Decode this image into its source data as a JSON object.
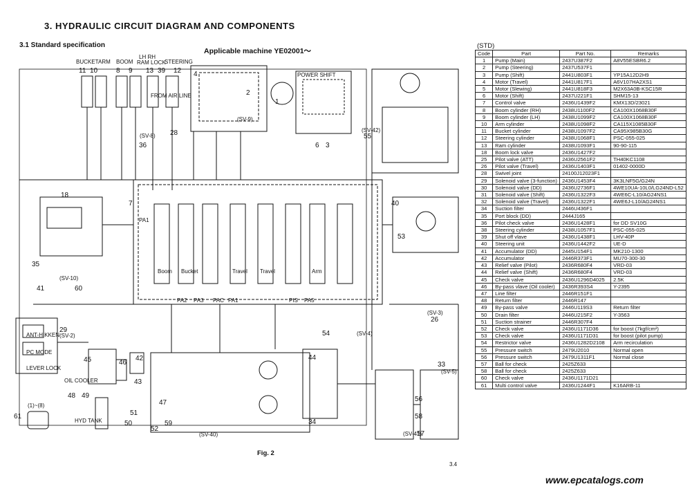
{
  "document": {
    "title": "3. HYDRAULIC CIRCUIT DIAGRAM AND COMPONENTS",
    "subtitle": "3.1  Standard specification",
    "applicable": "Applicable machine YE02001～",
    "table_label": "(STD)",
    "figure_caption": "Fig. 2",
    "page_number": "3.4",
    "watermark": "www.epcatalogs.com"
  },
  "diagram": {
    "top_labels": [
      "BUCKET",
      "ARM",
      "BOOM",
      "LH  RH",
      "RAM LOCK",
      "STEERING"
    ],
    "callouts": [
      "11",
      "10",
      "8",
      "9",
      "13",
      "39",
      "12",
      "4",
      "3",
      "28",
      "1",
      "2",
      "36",
      "6",
      "55",
      "18",
      "7",
      "40",
      "53",
      "35",
      "41",
      "60",
      "29",
      "54",
      "26",
      "45",
      "46",
      "42",
      "43",
      "47",
      "48",
      "49",
      "61",
      "52",
      "59",
      "51",
      "50",
      "44",
      "34",
      "33",
      "57",
      "56",
      "58"
    ],
    "tags": [
      "POWER SHIFT",
      "FROM AIR LINE",
      "OIL COOLER",
      "HYD TANK",
      "RH",
      "LH",
      "Boom",
      "Bucket",
      "Travel",
      "Travel",
      "Arm",
      "PA1",
      "PA2",
      "PA3",
      "PAC",
      "PA1",
      "PIS",
      "PA5",
      "(SV-8)",
      "(SV-9)",
      "(SV-10)",
      "(SV-2)",
      "(SV-3)",
      "(SV-4)",
      "(SV-5)",
      "(SV-40)",
      "(SV-41)",
      "(SV-42)",
      "(1)~(8)",
      "PC MODE",
      "LEVER LOCK",
      "ANT-HIKKEN"
    ]
  },
  "table": {
    "headers": [
      "Code",
      "Part",
      "Part No.",
      "Remarks"
    ],
    "rows": [
      [
        "1",
        "Pump (Main)",
        "2437U387F2",
        "A8V55ESBR6.2"
      ],
      [
        "2",
        "Pump (Steering)",
        "2437U537F1",
        ""
      ],
      [
        "3",
        "Pump (Shift)",
        "2441U803F1",
        "YP15A12D2H9"
      ],
      [
        "4",
        "Motor (Travel)",
        "2441U817F1",
        "A6V107HA2XS1"
      ],
      [
        "5",
        "Motor (Slewing)",
        "2441U818F3",
        "M2X63A0B-KSC15R"
      ],
      [
        "6",
        "Motor (Shift)",
        "2437U221F1",
        "SHM15-13"
      ],
      [
        "7",
        "Control valve",
        "2436U1439F2",
        "KMX13D/23021"
      ],
      [
        "8",
        "Boom cylinder (RH)",
        "2438U1100F2",
        "CA100X1068B30F"
      ],
      [
        "9",
        "Boom cylinder (LH)",
        "2438U1099F2",
        "CA100X1068B30F"
      ],
      [
        "10",
        "Arm cylinder",
        "2438U1098F2",
        "CA115X1085B30F"
      ],
      [
        "11",
        "Bucket cylinder",
        "2438U1097F2",
        "CA95X985B30G"
      ],
      [
        "12",
        "Steering cylinder",
        "2438U1068F1",
        "PSC-055-025"
      ],
      [
        "13",
        "Ram cylinder",
        "2438U1093F1",
        "90-90-115"
      ],
      [
        "18",
        "Boom lock valve",
        "2436U1427F2",
        ""
      ],
      [
        "25",
        "Pilot valve (ATT)",
        "2436U2561F2",
        "TH40KC1108"
      ],
      [
        "26",
        "Pilot valve (Travel)",
        "2436U1403F1",
        "01402-0000D"
      ],
      [
        "28",
        "Swivel joint",
        "24100J12023F1",
        ""
      ],
      [
        "29",
        "Solenoid valve (3-function)",
        "2436U1453F4",
        "3K3LNF5G/G24N"
      ],
      [
        "30",
        "Solenoid valve (DD)",
        "2436U2736F1",
        "4WE10UA-10L0/LG24ND-L52"
      ],
      [
        "31",
        "Solenoid valve (Shift)",
        "2436U1322F3",
        "4WE6C-L10/AG24NS1"
      ],
      [
        "32",
        "Solenoid valve (Travel)",
        "2436U1322F1",
        "4WE6J-L10/AG24NS1"
      ],
      [
        "34",
        "Suction filter",
        "2446U436F1",
        ""
      ],
      [
        "35",
        "Port block (DD)",
        "2444J165",
        ""
      ],
      [
        "36",
        "Pilot check valve",
        "2436U1428F1",
        "for DD  SV10G"
      ],
      [
        "38",
        "Steering cylinder",
        "2438U1057F1",
        "PSC-055-025"
      ],
      [
        "39",
        "Shut off vlave",
        "2436U1438F1",
        "LHV-40P"
      ],
      [
        "40",
        "Steering unit",
        "2436U1442F2",
        "UE-D"
      ],
      [
        "41",
        "Accumulator (DD)",
        "2445U154F1",
        "MK210-1300"
      ],
      [
        "42",
        "Accumulator",
        "2446R373F1",
        "MU70-300-30"
      ],
      [
        "43",
        "Relief valve (Pilot)",
        "2436R680F4",
        "VRD-03"
      ],
      [
        "44",
        "Relief valve (Shift)",
        "2436R680F4",
        "VRD-03"
      ],
      [
        "45",
        "Check valve",
        "2436U1296D4025",
        "2.5K"
      ],
      [
        "46",
        "By-pass vlave (Oil cooler)",
        "2436R393S4",
        "Y-2395"
      ],
      [
        "47",
        "Line filter",
        "2446R151F1",
        ""
      ],
      [
        "48",
        "Return filter",
        "2446R147",
        ""
      ],
      [
        "49",
        "By-pass valve",
        "2446U119S3",
        "Return filter"
      ],
      [
        "50",
        "Drain filter",
        "2446U215F2",
        "Y-3563"
      ],
      [
        "51",
        "Suction strainer",
        "2446R307F4",
        ""
      ],
      [
        "52",
        "Check valve",
        "2436U1171D36",
        "for boost (7kgf/cm²)"
      ],
      [
        "53",
        "Check valve",
        "2436U1171D31",
        "for boost (pilot pump)"
      ],
      [
        "54",
        "Restrictor valve",
        "2436U1282D2108",
        "Arm recirculation"
      ],
      [
        "55",
        "Pressure switch",
        "2479U2010",
        "Normal open"
      ],
      [
        "56",
        "Pressure switch",
        "2479U1311F1",
        "Normal close"
      ],
      [
        "57",
        "Ball for check",
        "2425Z633",
        ""
      ],
      [
        "58",
        "Ball for check",
        "2425Z633",
        ""
      ],
      [
        "60",
        "Check valve",
        "2436U1171D21",
        ""
      ],
      [
        "61",
        "Multi control valve",
        "2436U1244F1",
        "K16ARB-11"
      ]
    ]
  }
}
